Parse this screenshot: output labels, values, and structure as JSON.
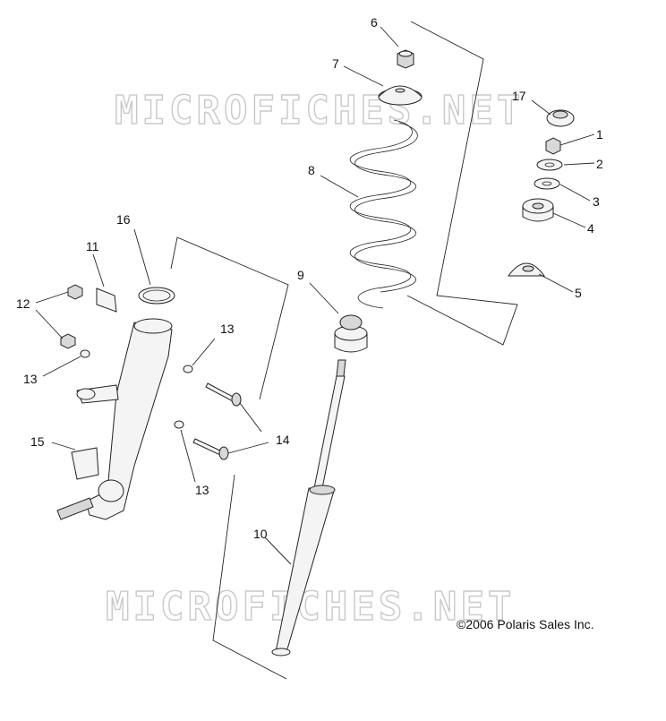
{
  "watermark": {
    "text": "MICROFICHES.NET",
    "color": "#c9c9c9"
  },
  "copyright": "©2006 Polaris Sales Inc.",
  "callouts": {
    "c1": "1",
    "c2": "2",
    "c3": "3",
    "c4": "4",
    "c5": "5",
    "c6": "6",
    "c7": "7",
    "c8": "8",
    "c9": "9",
    "c10": "10",
    "c11": "11",
    "c12": "12",
    "c13a": "13",
    "c13b": "13",
    "c13c": "13",
    "c14": "14",
    "c15": "15",
    "c16": "16",
    "c17": "17"
  }
}
